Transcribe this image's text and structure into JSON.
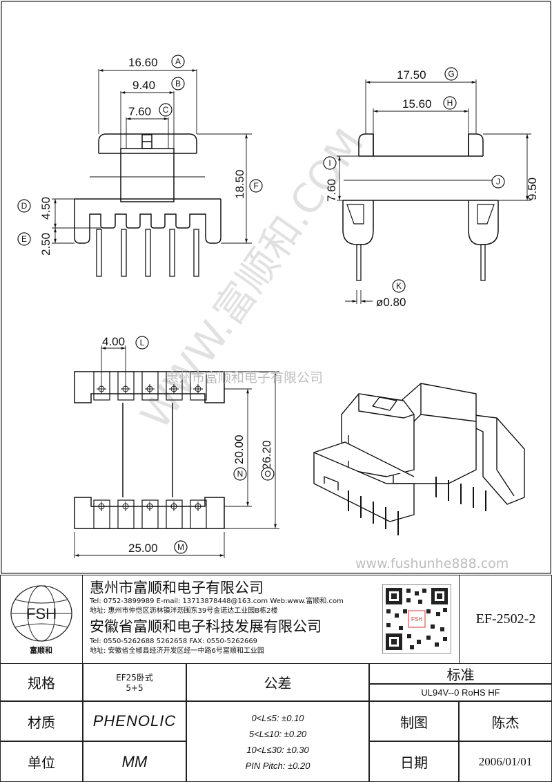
{
  "drawing": {
    "dims": {
      "A": "16.60",
      "B": "9.40",
      "C": "7.60",
      "D": "4.50",
      "E": "2.50",
      "F": "18.50",
      "G": "17.50",
      "H": "15.60",
      "I": "7.60",
      "J": "9.50",
      "K": "ø0.80",
      "L": "4.00",
      "N": "20.00",
      "O": "26.20",
      "M": "25.00"
    },
    "labels": [
      "A",
      "B",
      "C",
      "D",
      "E",
      "F",
      "G",
      "H",
      "I",
      "J",
      "K",
      "L",
      "M",
      "N",
      "O"
    ],
    "watermark_big": "WWW.富顺和.COM",
    "watermark_company": "惠州市富顺和电子有限公司",
    "watermark_url": "www.fushunhe888.com"
  },
  "title_block": {
    "logo_text": "FSH",
    "logo_caption": "富顺和",
    "company1": "惠州市富顺和电子有限公司",
    "company1_contact": "Tel: 0752-3899989  E-mail: 13713878448@163.com  Web:www.富顺和.com",
    "company1_address": "地址: 惠州市仲恺区沥林镇泮沥围东39号金诺达工业园B栋2楼",
    "company2": "安徽省富顺和电子科技发展有限公司",
    "company2_contact": "Tel: 0550-5262688  5262658    FAX: 0550-5262669",
    "company2_address": "地址: 安徽省全椒县经济开发区经一中路6号富顺和工业园",
    "part_number": "EF-2502-2",
    "spec_label": "规格",
    "spec_value_1": "EF25卧式",
    "spec_value_2": "5+5",
    "tolerance_label": "公差",
    "standard_label": "标准",
    "standard_value": "UL94V--0  RoHS HF",
    "material_label": "材质",
    "material_value": "PHENOLIC",
    "tol1": "0<L≤5: ±0.10",
    "tol2": "5<L≤10: ±0.20",
    "tol3": "10<L≤30: ±0.30",
    "tol4": "PIN Pitch: ±0.20",
    "drawn_label": "制图",
    "drawn_value": "陈杰",
    "unit_label": "单位",
    "unit_value": "MM",
    "date_label": "日期",
    "date_value": "2006/01/01"
  }
}
